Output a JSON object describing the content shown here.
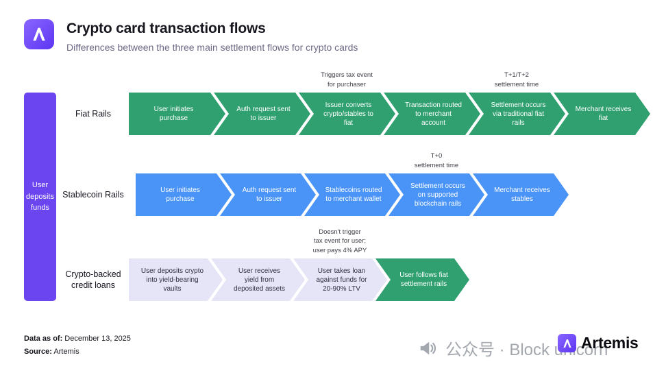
{
  "header": {
    "title": "Crypto card transaction flows",
    "subtitle": "Differences between the three main settlement flows for crypto cards"
  },
  "deposit_block": {
    "label": "User deposits funds",
    "color": "#6b46f0"
  },
  "rows": [
    {
      "label": "Fiat Rails",
      "color": "#30a070",
      "steps": [
        "User initiates purchase",
        "Auth request sent to issuer",
        "Issuer converts crypto/stables to fiat",
        "Transaction routed to merchant account",
        "Settlement occurs via traditional fiat rails",
        "Merchant receives fiat"
      ],
      "annotations": [
        {
          "text": "Triggers tax event\nfor purchaser"
        },
        {
          "text": "T+1/T+2\nsettlement time"
        }
      ]
    },
    {
      "label": "Stablecoin Rails",
      "color": "#4a94f7",
      "steps": [
        "User initiates purchase",
        "Auth request sent to issuer",
        "Stablecoins routed to merchant wallet",
        "Settlement occurs on supported blockchain rails",
        "Merchant receives stables"
      ],
      "annotations": [
        {
          "text": "T+0\nsettlement time"
        }
      ]
    },
    {
      "label": "Crypto-backed credit loans",
      "color": "#e6e4f7",
      "final_step_color": "#30a070",
      "steps": [
        "User deposits crypto into yield-bearing vaults",
        "User receives yield from deposited assets",
        "User takes loan against funds for 20-90% LTV",
        "User follows fiat settlement rails"
      ],
      "annotations": [
        {
          "text": "Doesn't trigger\ntax event for user;\nuser pays 4% APY"
        }
      ]
    }
  ],
  "footer": {
    "data_as_of_label": "Data as of:",
    "data_as_of_value": " December 13, 2025",
    "source_label": "Source:",
    "source_value": " Artemis"
  },
  "watermark": {
    "text": "公众号 · Block unicorn"
  },
  "brand": {
    "name": "Artemis"
  }
}
